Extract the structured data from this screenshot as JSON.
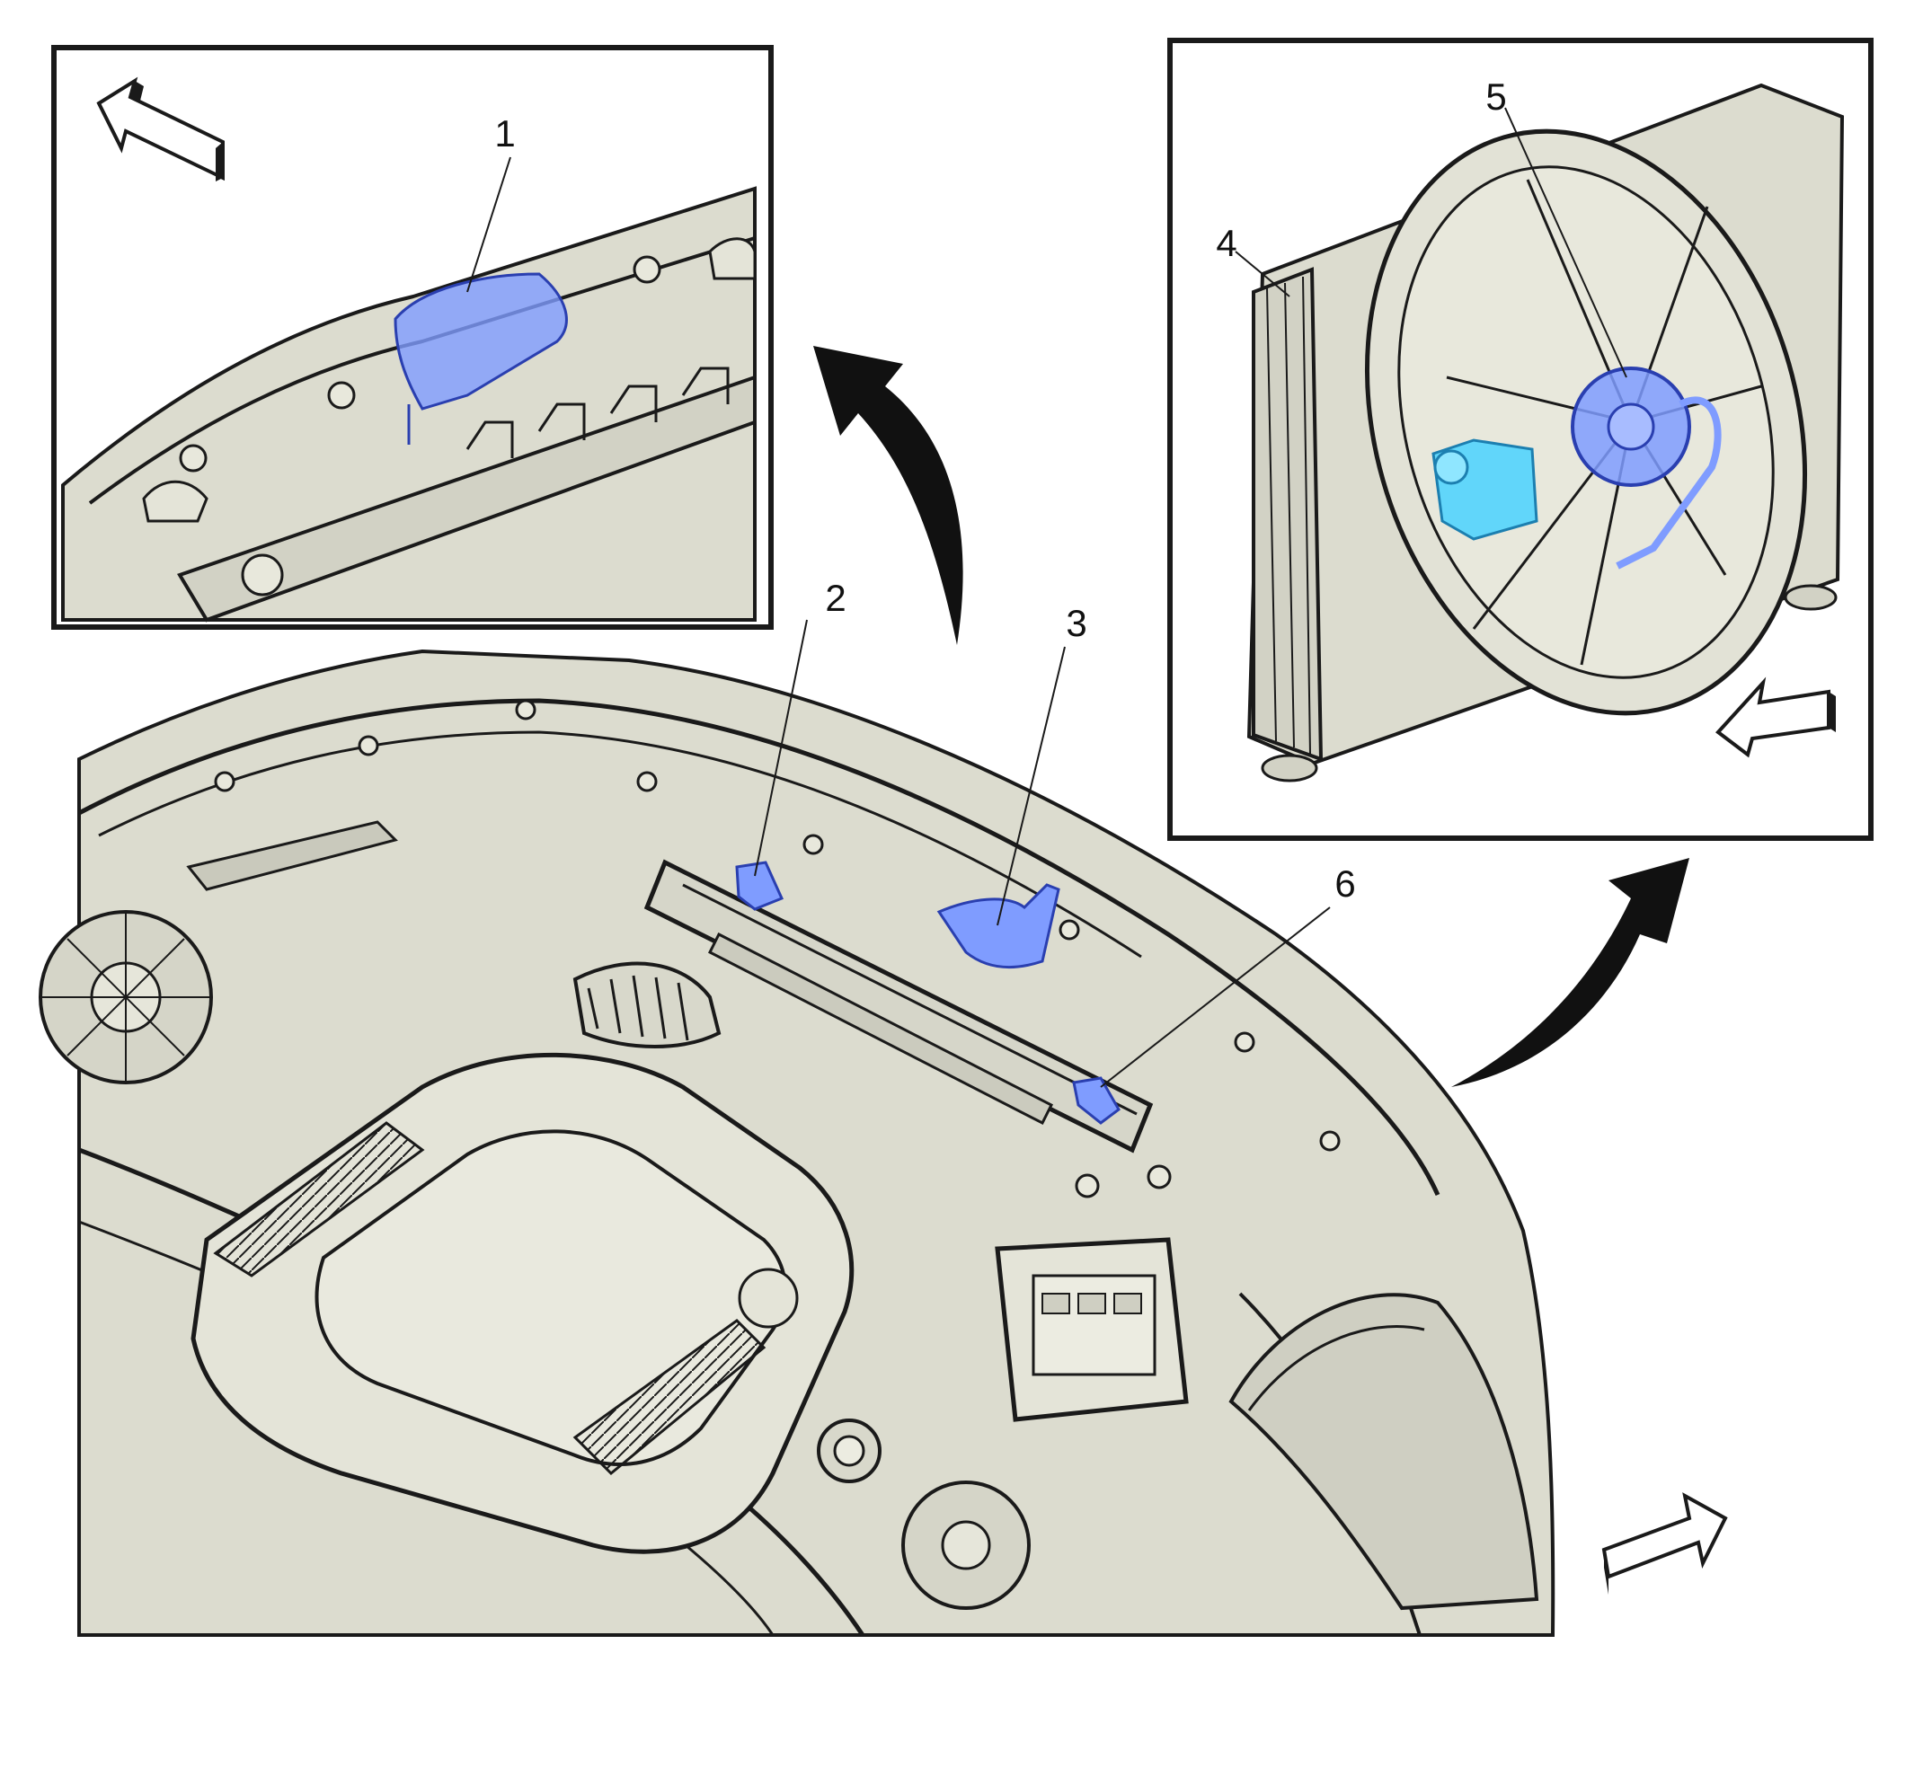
{
  "colors": {
    "body_fill": "#dcdccf",
    "highlight": "#7f9cff",
    "highlight_cyan": "#49d2ff",
    "outline": "#1a1a1a",
    "frame": "#1a1a1a",
    "background": "#ffffff"
  },
  "callouts": [
    {
      "id": "1",
      "label": "1"
    },
    {
      "id": "2",
      "label": "2"
    },
    {
      "id": "3",
      "label": "3"
    },
    {
      "id": "4",
      "label": "4"
    },
    {
      "id": "5",
      "label": "5"
    },
    {
      "id": "6",
      "label": "6"
    }
  ],
  "icons": {
    "orientation_arrow": "forward-direction-arrow-icon",
    "detail_pointer": "curved-pointer-arrow-icon"
  }
}
